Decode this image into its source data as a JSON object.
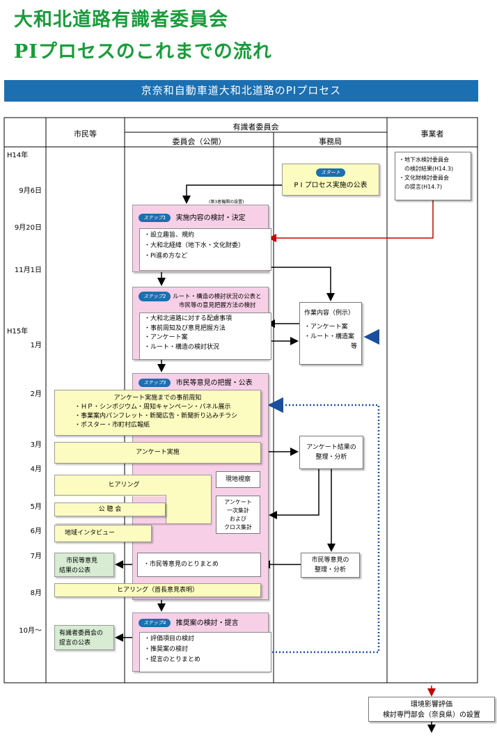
{
  "title_line1": "大和北道路有識者委員会",
  "title_line2": "PIプロセスのこれまでの流れ",
  "banner": "京奈和自動車道大和北道路のPIプロセス",
  "headers": {
    "citizens": "市民等",
    "committee_group": "有識者委員会",
    "committee_public": "委員会（公開）",
    "secretariat": "事務局",
    "operator": "事業者"
  },
  "dates": {
    "h14": "H14年",
    "sep6": "9月6日",
    "sep20": "9月20日",
    "nov1": "11月1日",
    "h15": "H15年",
    "jan": "1月",
    "feb": "2月",
    "mar": "3月",
    "apr": "4月",
    "may": "5月",
    "jun": "6月",
    "jul": "7月",
    "aug": "8月",
    "oct": "10月～"
  },
  "operator_box": [
    "・地下水検討委員会",
    "　の検討結果(H14.3)",
    "・文化財検討委員会",
    "　の提言(H14.7)"
  ],
  "start": {
    "pill": "スタート",
    "label": "P I プロセス実施の公表"
  },
  "third_party_note": "(第3者機関の設置)",
  "step1": {
    "pill": "ステップ1",
    "title": "実施内容の検討・決定",
    "items": [
      "・設立趣旨、規約",
      "・大和北経緯（地下水・文化財委）",
      "・PI進め方など"
    ]
  },
  "step2": {
    "pill": "ステップ2",
    "title_line1": "ルート・構造の検討状況の公表と",
    "title_line2": "市民等の意見把握方法の検討",
    "items": [
      "・大和北道路に対する配慮事項",
      "・事前周知及び意見把握方法",
      "・アンケート案",
      "・ルート・構造の検討状況"
    ]
  },
  "work_box": {
    "title": "作業内容（例示）",
    "items": [
      "・アンケート案",
      "・ルート・構造案"
    ],
    "tail": "等"
  },
  "step3": {
    "pill": "ステップ3",
    "title": "市民等意見の把握・公表"
  },
  "advance_notice": {
    "title": "アンケート実施までの事前周知",
    "items": [
      "・ＨＰ・シンポジウム・周知キャンペーン・パネル展示",
      "・事業案内パンフレット・新聞広告・新聞折り込みチラシ",
      "・ポスター・市町村広報紙"
    ]
  },
  "survey_impl": "アンケート実施",
  "survey_analysis": [
    "アンケート結果の",
    "整理・分析"
  ],
  "hearing": "ヒアリング",
  "site_visit": "現地視察",
  "survey_tally": [
    "アンケート",
    "一次集計",
    "および",
    "クロス集計"
  ],
  "public_hearing": "公 聴 会",
  "interview": "地域インタビュー",
  "opinion_summary": "・市民等意見のとりまとめ",
  "opinion_analysis": [
    "市民等意見の",
    "整理・分析"
  ],
  "opinion_publish": [
    "市民等意見",
    "結果の公表"
  ],
  "hearing_heads": "ヒアリング（首長意見表明）",
  "step4": {
    "pill": "ステップ4",
    "title": "推奨案の検討・提言",
    "items": [
      "・評価項目の検討",
      "・推奨案の検討",
      "・提言のとりまとめ"
    ]
  },
  "proposal_publish": [
    "有識者委員会の",
    "提言の公表"
  ],
  "env_box": [
    "環境影響評価",
    "検討専門部会（奈良県）の設置"
  ],
  "colors": {
    "title_green": "#1a9b3c",
    "banner_blue": "#1c6fb0",
    "step_pink": "#f7d0e8",
    "yellow": "#fdfcc0",
    "green_box": "#d7ecd3",
    "red_arrow": "#c00000",
    "dotted_blue": "#1a4fa0"
  }
}
